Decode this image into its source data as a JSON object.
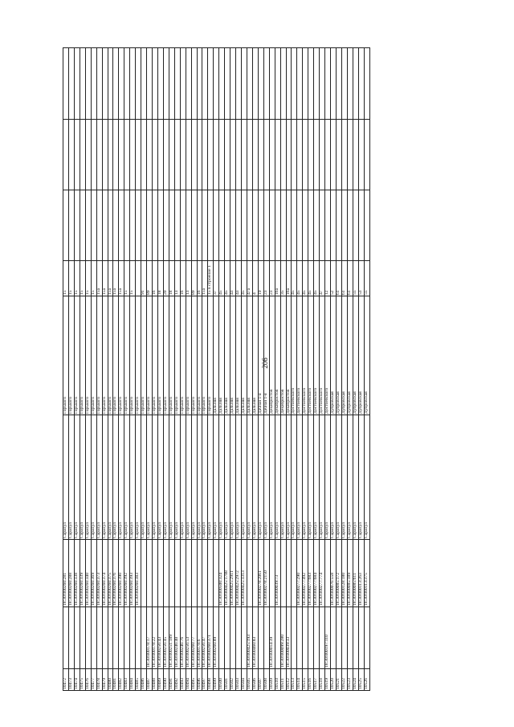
{
  "page_number": "206",
  "rows": [
    [
      "10472",
      "",
      "18:30:000260:281",
      "Сарапул",
      "Горького",
      "15",
      "",
      "",
      ""
    ],
    [
      "10473",
      "",
      "18:30:000260:288",
      "Сарапул",
      "Горького",
      "15",
      "",
      "",
      ""
    ],
    [
      "10474",
      "",
      "18:30:000260:338",
      "Сарапул",
      "Горького",
      "15",
      "",
      "",
      ""
    ],
    [
      "10475",
      "",
      "18:30:000260:339",
      "Сарапул",
      "Горького",
      "15",
      "",
      "",
      ""
    ],
    [
      "10476",
      "",
      "18:30:000260:340",
      "Сарапул",
      "Горького",
      "15",
      "",
      "",
      ""
    ],
    [
      "10477",
      "",
      "18:30:000260:369",
      "Сарапул",
      "Горького",
      "15",
      "",
      "",
      ""
    ],
    [
      "10478",
      "",
      "18:30:000260:373",
      "Сарапул",
      "Горького",
      "15а",
      "",
      "",
      ""
    ],
    [
      "10479",
      "",
      "18:30:000260:374",
      "Сарапул",
      "Горького",
      "15а",
      "",
      "",
      ""
    ],
    [
      "10480",
      "",
      "18:30:000260:375",
      "Сарапул",
      "Горького",
      "15а",
      "",
      "",
      ""
    ],
    [
      "10481",
      "",
      "18:30:000260:376",
      "Сарапул",
      "Горького",
      "15а",
      "",
      "",
      ""
    ],
    [
      "10482",
      "",
      "18:30:000260:390",
      "Сарапул",
      "Горького",
      "15а",
      "",
      "",
      ""
    ],
    [
      "10483",
      "",
      "18:30:000260:392",
      "Сарапул",
      "Горького",
      "15",
      "",
      "",
      ""
    ],
    [
      "10484",
      "",
      "18:30:000260:393",
      "Сарапул",
      "Горького",
      "15",
      "",
      "",
      ""
    ],
    [
      "10485",
      "",
      "18:30:000260:383",
      "Сарапул",
      "Горького",
      "",
      "",
      "",
      ""
    ],
    [
      "10486",
      "",
      "",
      "Сарапул",
      "Горького",
      "91",
      "",
      "",
      ""
    ],
    [
      "10487",
      "18:30:000178:17",
      "",
      "Сарапул",
      "Горького",
      "89",
      "",
      "",
      ""
    ],
    [
      "10488",
      "18:30:000178:22",
      "",
      "Сарапул",
      "Горького",
      "16",
      "",
      "",
      ""
    ],
    [
      "10489",
      "18:30:000256:43",
      "",
      "Сарапул",
      "Горького",
      "18",
      "",
      "",
      ""
    ],
    [
      "10490",
      "18:30:000256:45",
      "",
      "Сарапул",
      "Горького",
      "20",
      "",
      "",
      ""
    ],
    [
      "10491",
      "18:30:000251:189",
      "",
      "Сарапул",
      "Горького",
      "18",
      "",
      "",
      ""
    ],
    [
      "10492",
      "18:30:000246:40",
      "",
      "Сарапул",
      "Горького",
      "13",
      "",
      "",
      ""
    ],
    [
      "10493",
      "18:30:000246:76",
      "",
      "Сарапул",
      "Горького",
      "16",
      "",
      "",
      ""
    ],
    [
      "10494",
      "18:30:000256:53",
      "",
      "Сарапул",
      "Горького",
      "13",
      "",
      "",
      ""
    ],
    [
      "10495",
      "18:30:000260:77",
      "",
      "Сарапул",
      "Горького",
      "89",
      "",
      "",
      ""
    ],
    [
      "10496",
      "18:30:000178:6",
      "",
      "Сарапул",
      "Горького",
      "16",
      "",
      "",
      ""
    ],
    [
      "10497",
      "18:30:000256:47",
      "",
      "Сарапул",
      "Горького",
      "15а",
      "",
      "",
      ""
    ],
    [
      "10498",
      "18:30:000260:371",
      "",
      "Сарапул",
      "Горького",
      "15 в строение 1",
      "",
      "",
      ""
    ],
    [
      "10499",
      "18:30:000260:89",
      "",
      "Сарапул",
      "Дальняя",
      "37",
      "",
      "",
      ""
    ],
    [
      "10500",
      "",
      "18:30:000500:324",
      "Сарапул",
      "Дальняя",
      "45",
      "",
      "",
      ""
    ],
    [
      "10501",
      "",
      "18:30:000425:1788",
      "Сарапул",
      "Дальняя",
      "45",
      "",
      "",
      ""
    ],
    [
      "10502",
      "",
      "18:30:000425:2911",
      "Сарапул",
      "Дальняя",
      "43",
      "",
      "",
      ""
    ],
    [
      "10503",
      "",
      "18:30:000425:2972",
      "Сарапул",
      "Дальняя",
      "43",
      "",
      "",
      ""
    ],
    [
      "10504",
      "",
      "18:30:000425:3313",
      "Сарапул",
      "Дальняя",
      "45",
      "",
      "",
      ""
    ],
    [
      "10505",
      "18:30:000425:193",
      "",
      "Сарапул",
      "Дальняя",
      "47а",
      "",
      "",
      ""
    ],
    [
      "10506",
      "18:30:000460:83",
      "",
      "Сарапул",
      "Дальняя",
      "4",
      "",
      "",
      ""
    ],
    [
      "10507",
      "",
      "18:30:000278:2061",
      "Сарапул",
      "Дачная 1-я",
      "19",
      "",
      "",
      ""
    ],
    [
      "10508",
      "",
      "18:30:000278:2150",
      "Сарапул",
      "Дачная 1-я",
      "23",
      "",
      "",
      ""
    ],
    [
      "10509",
      "18:30:000014:39",
      "",
      "Сарапул",
      "Декабристов",
      "23",
      "",
      "",
      ""
    ],
    [
      "10510",
      "",
      "18:30:000039:73",
      "Сарапул",
      "Декабристов",
      "16а",
      "",
      "",
      ""
    ],
    [
      "10511",
      "18:30:000099:280",
      "",
      "Сарапул",
      "Декабристов",
      "35",
      "",
      "",
      ""
    ],
    [
      "10512",
      "18:30:000039:33",
      "",
      "Сарапул",
      "Декабристов",
      "16а",
      "",
      "",
      ""
    ],
    [
      "10513",
      "",
      "",
      "Сарапул",
      "Достоевского",
      "45",
      "",
      "",
      ""
    ],
    [
      "10514",
      "",
      "18:30:000277:290",
      "Сарапул",
      "Достоевского",
      "45",
      "",
      "",
      ""
    ],
    [
      "10515",
      "",
      "18:30:000277:492",
      "Сарапул",
      "Достоевского",
      "45",
      "",
      "",
      ""
    ],
    [
      "10516",
      "",
      "18:30:000277:683",
      "Сарапул",
      "Достоевского",
      "45",
      "",
      "",
      ""
    ],
    [
      "10517",
      "",
      "18:30:000277:684",
      "Сарапул",
      "Достоевского",
      "45",
      "",
      "",
      ""
    ],
    [
      "10518",
      "",
      "18:30:000277:774",
      "Сарапул",
      "Достоевского",
      "47",
      "",
      "",
      ""
    ],
    [
      "10519",
      "18:30:000197:110",
      "",
      "Сарапул",
      "Достоевского",
      "12",
      "",
      "",
      ""
    ],
    [
      "10520",
      "",
      "18:30:000076:558",
      "Сарапул",
      "Дубровская",
      "52",
      "",
      "",
      ""
    ],
    [
      "10521",
      "",
      "18:30:000085:172",
      "Сарапул",
      "Дубровская",
      "61",
      "",
      "",
      ""
    ],
    [
      "10522",
      "",
      "18:30:000128:180",
      "Сарапул",
      "Дубровская",
      "61",
      "",
      "",
      ""
    ],
    [
      "10523",
      "",
      "18:30:000085:189",
      "Сарапул",
      "Дубровская",
      "61",
      "",
      "",
      ""
    ],
    [
      "10524",
      "",
      "18:30:000085:611",
      "Сарапул",
      "Дубровская",
      "55",
      "",
      "",
      ""
    ],
    [
      "10525",
      "",
      "18:30:000113:263",
      "Сарапул",
      "Дубровская",
      "53",
      "",
      "",
      ""
    ],
    [
      "10526",
      "",
      "18:30:000113:375",
      "Сарапул",
      "Дубровская",
      "55",
      "",
      "",
      ""
    ]
  ]
}
